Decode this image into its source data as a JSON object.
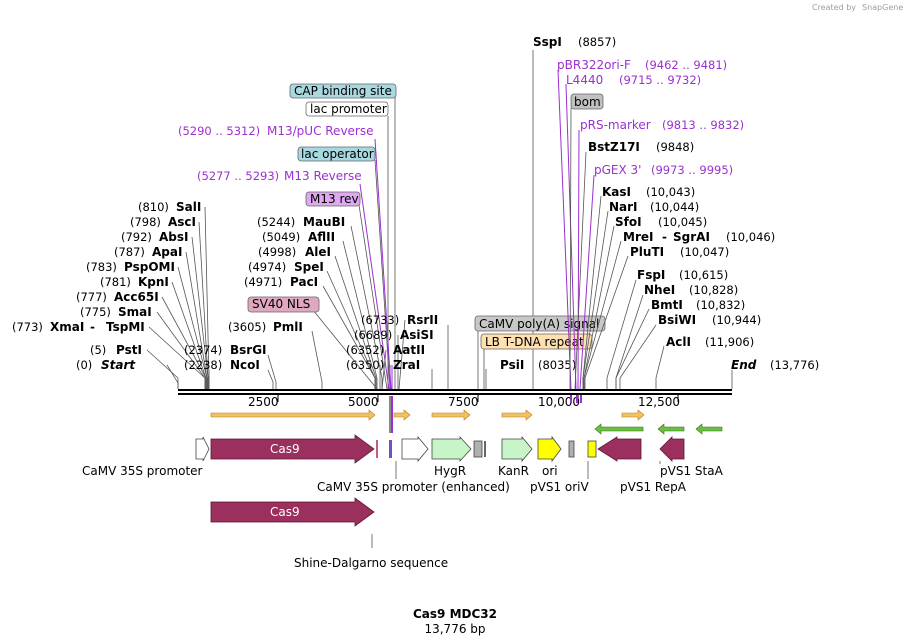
{
  "credit": {
    "text": "Created by",
    "brand": "SnapGene"
  },
  "title": "Cas9 MDC32",
  "subtitle": "13,776 bp",
  "ruler": {
    "ticks": [
      "2500",
      "5000",
      "7500",
      "10,000",
      "12,500"
    ]
  },
  "sites_left": [
    {
      "pos": "(0)",
      "name": "Start",
      "italic": true
    },
    {
      "pos": "(5)",
      "name": "PstI"
    },
    {
      "pos": "(773)",
      "name": "XmaI",
      "name2": "TspMI"
    },
    {
      "pos": "(775)",
      "name": "SmaI"
    },
    {
      "pos": "(777)",
      "name": "Acc65I"
    },
    {
      "pos": "(781)",
      "name": "KpnI"
    },
    {
      "pos": "(783)",
      "name": "PspOMI"
    },
    {
      "pos": "(787)",
      "name": "ApaI"
    },
    {
      "pos": "(792)",
      "name": "AbsI"
    },
    {
      "pos": "(798)",
      "name": "AscI"
    },
    {
      "pos": "(810)",
      "name": "SalI"
    }
  ],
  "sites_mid_left": [
    {
      "pos": "(2238)",
      "name": "NcoI"
    },
    {
      "pos": "(2374)",
      "name": "BsrGI"
    },
    {
      "pos": "(3605)",
      "name": "PmlI"
    },
    {
      "pos": "(4971)",
      "name": "PacI"
    },
    {
      "pos": "(4974)",
      "name": "SpeI"
    },
    {
      "pos": "(4998)",
      "name": "AleI"
    },
    {
      "pos": "(5049)",
      "name": "AflII"
    },
    {
      "pos": "(5244)",
      "name": "MauBI"
    }
  ],
  "sites_center": [
    {
      "pos": "(6350)",
      "name": "ZraI"
    },
    {
      "pos": "(6352)",
      "name": "AatII"
    },
    {
      "pos": "(6689)",
      "name": "AsiSI"
    },
    {
      "pos": "(6733)",
      "name": "RsrII"
    },
    {
      "pos": "(8035)",
      "name": "PsiI"
    }
  ],
  "features_top": [
    {
      "name": "CAP binding site",
      "color": "#a8d8e0"
    },
    {
      "name": "lac promoter",
      "color": "#ffffff"
    },
    {
      "name": "lac operator",
      "color": "#a8d8e0"
    },
    {
      "name": "M13 rev",
      "color": "#e0a8f0"
    },
    {
      "name": "SV40 NLS",
      "color": "#e0a8c0"
    },
    {
      "name": "CaMV poly(A) signal",
      "color": "#c0c0c0"
    },
    {
      "name": "LB T-DNA repeat",
      "color": "#ffe0b0"
    },
    {
      "name": "bom",
      "color": "#c0c0c0"
    }
  ],
  "primers": [
    {
      "range": "(5290 .. 5312)",
      "name": "M13/pUC Reverse"
    },
    {
      "range": "(5277 .. 5293)",
      "name": "M13 Reverse"
    },
    {
      "name": "pBR322ori-F",
      "range": "(9462 .. 9481)"
    },
    {
      "name": "L4440",
      "range": "(9715 .. 9732)"
    },
    {
      "name": "pRS-marker",
      "range": "(9813 .. 9832)"
    },
    {
      "name": "pGEX 3'",
      "range": "(9973 .. 9995)"
    }
  ],
  "sites_right": [
    {
      "name": "SspI",
      "pos": "(8857)"
    },
    {
      "name": "BstZ17I",
      "pos": "(9848)"
    },
    {
      "name": "KasI",
      "pos": "(10,043)"
    },
    {
      "name": "NarI",
      "pos": "(10,044)"
    },
    {
      "name": "SfoI",
      "pos": "(10,045)"
    },
    {
      "name": "MreI",
      "name2": "SgrAI",
      "pos": "(10,046)"
    },
    {
      "name": "PluTI",
      "pos": "(10,047)"
    },
    {
      "name": "FspI",
      "pos": "(10,615)"
    },
    {
      "name": "NheI",
      "pos": "(10,828)"
    },
    {
      "name": "BmtI",
      "pos": "(10,832)"
    },
    {
      "name": "BsiWI",
      "pos": "(10,944)"
    },
    {
      "name": "AclI",
      "pos": "(11,906)"
    },
    {
      "name": "End",
      "pos": "(13,776)",
      "italic": true
    }
  ],
  "features_bottom": {
    "cas9": "Cas9",
    "cas9_2": "Cas9",
    "camv35s": "CaMV 35S promoter",
    "camv35s_enh": "CaMV 35S promoter (enhanced)",
    "hygr": "HygR",
    "kanr": "KanR",
    "ori": "ori",
    "pvs1_oriv": "pVS1 oriV",
    "pvs1_repa": "pVS1 RepA",
    "pvs1_staa": "pVS1 StaA",
    "shine": "Shine-Dalgarno sequence"
  },
  "colors": {
    "cas9": "#9b2f5e",
    "hygr": "#c8f5c8",
    "ori": "#ffff00",
    "repa": "#9b2f5e",
    "primer_arrow": "#f5c060",
    "green_arrow": "#58b030",
    "purple": "#9b30d0"
  }
}
